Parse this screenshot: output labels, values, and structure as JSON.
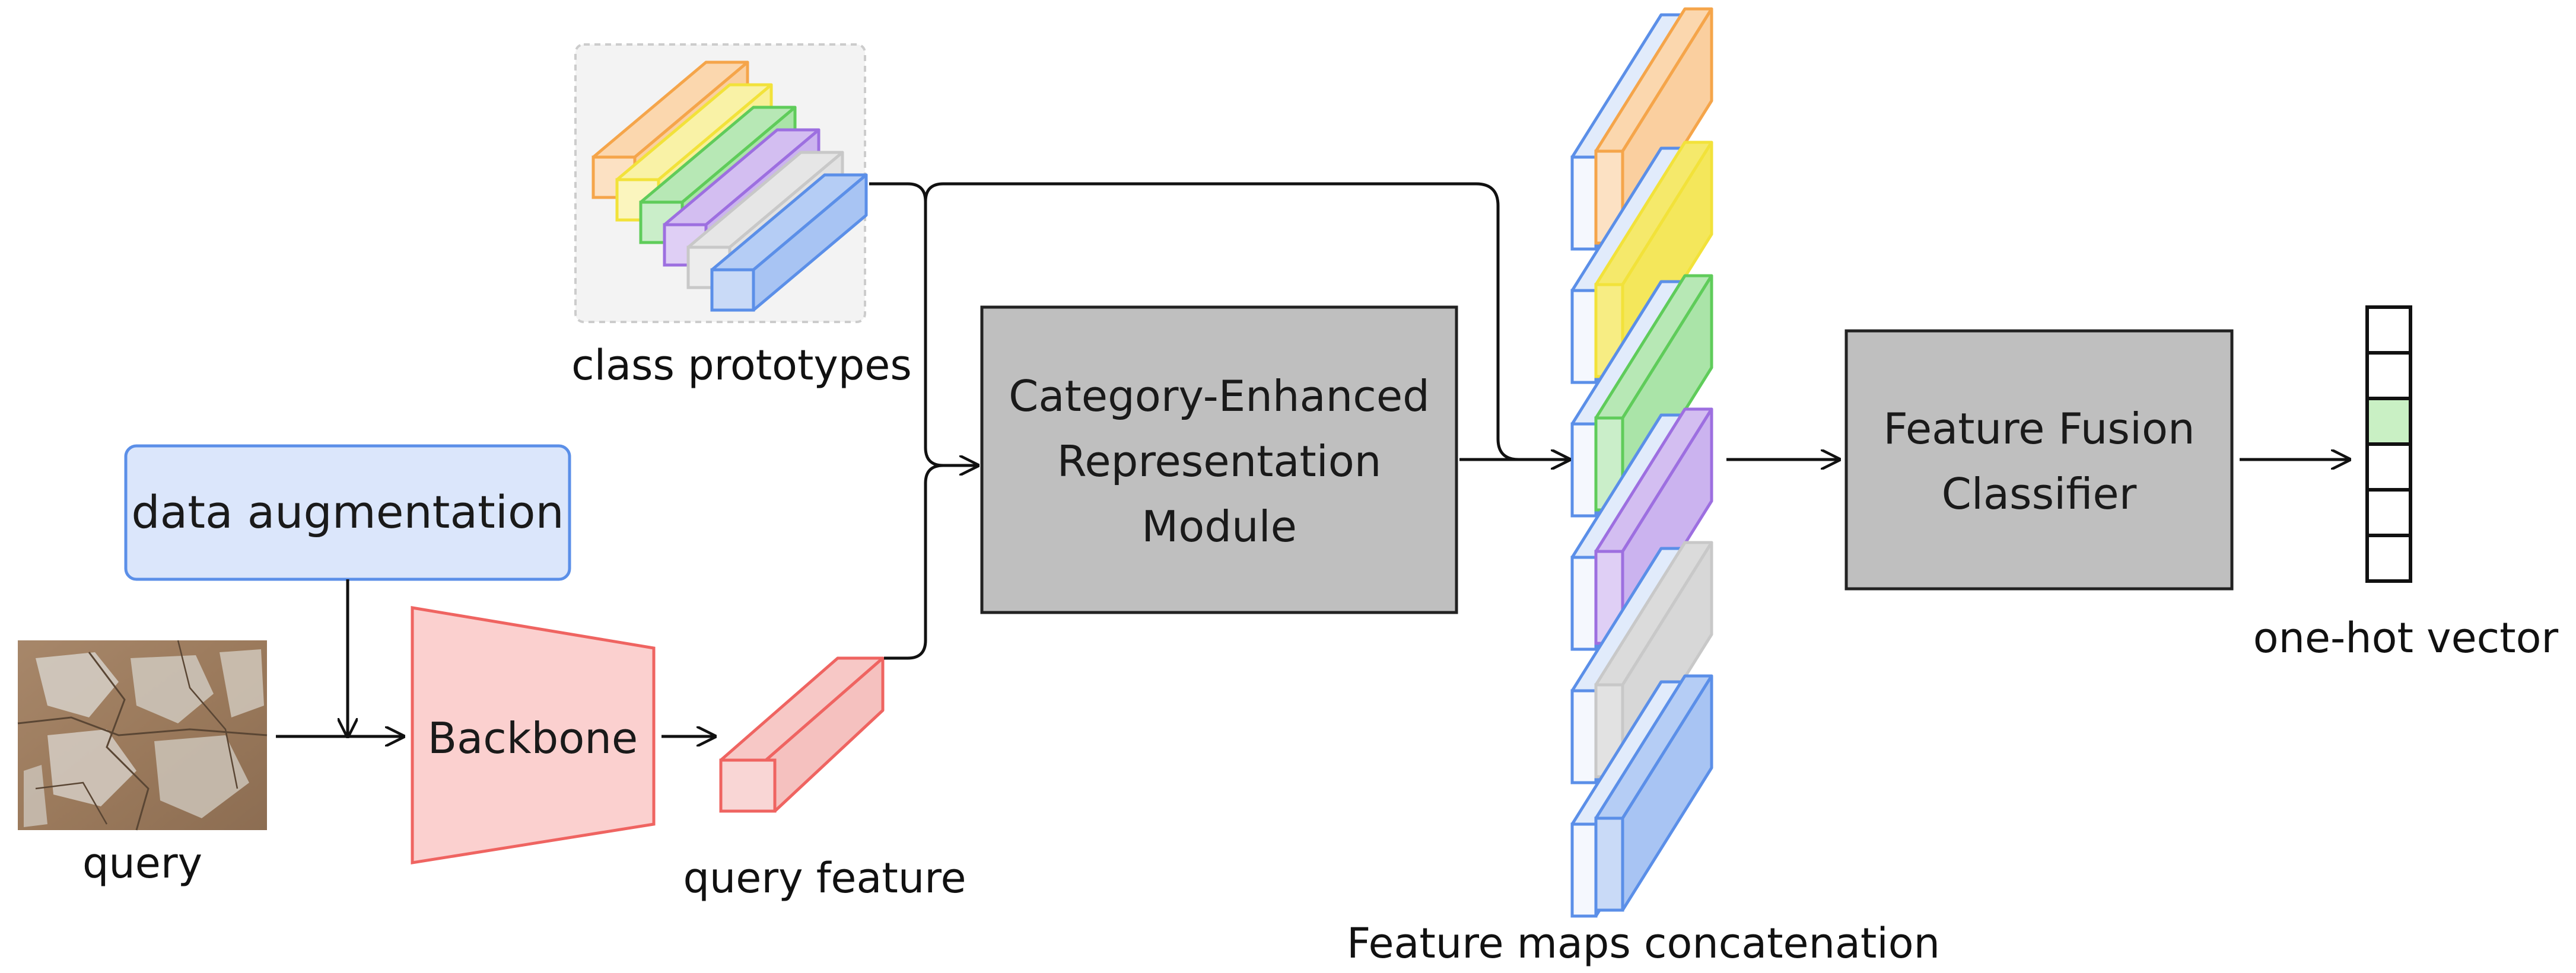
{
  "labels": {
    "query": "query",
    "data_augmentation": "data augmentation",
    "backbone": "Backbone",
    "query_feature": "query feature",
    "class_prototypes": "class prototypes",
    "cerm_line1": "Category-Enhanced",
    "cerm_line2": "Representation",
    "cerm_line3": "Module",
    "concat": "Feature maps concatenation",
    "ffc_line1": "Feature Fusion",
    "ffc_line2": "Classifier",
    "onehot": "one-hot vector"
  },
  "colors": {
    "orange": "#f5a54a",
    "yellow": "#f2e23a",
    "green": "#5fcc5a",
    "purple": "#9d6fe0",
    "gray": "#c8c8c8",
    "blue": "#5b8fe8",
    "red": "#ef6461",
    "module_fill": "#bfbfbf",
    "aug_fill": "#dbe6fb",
    "aug_stroke": "#5b8fe8",
    "backbone_fill": "#fbd0cf",
    "onehot_active": "#c9f0c4"
  },
  "onehot": {
    "size": 6,
    "active_index": 2
  }
}
